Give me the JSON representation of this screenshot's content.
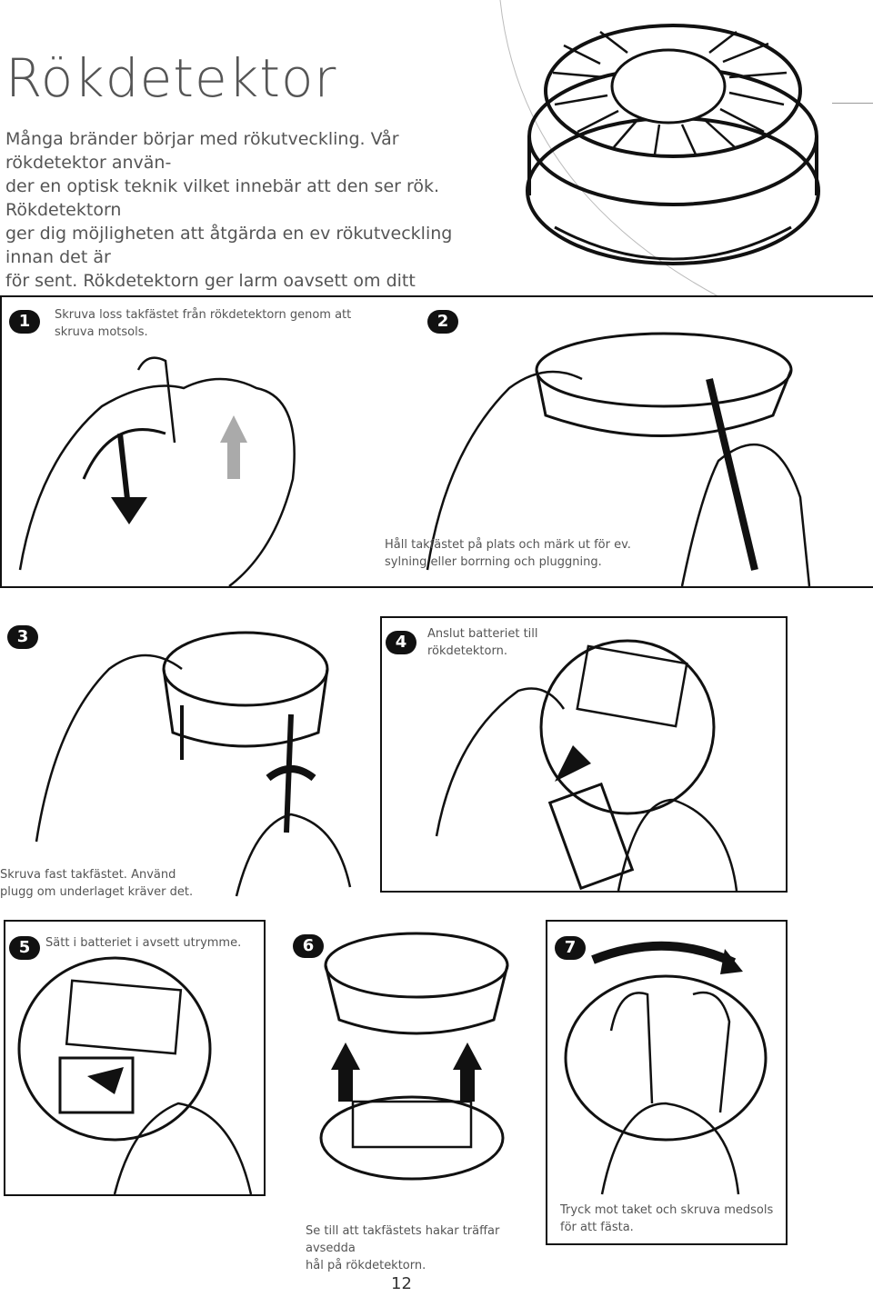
{
  "title": "Rökdetektor",
  "intro": "Många bränder börjar med rökutveckling. Vår rökdetektor använ-\nder en optisk teknik vilket innebär att den ser rök. Rökdetektorn\nger dig möjligheten att åtgärda en ev rökutveckling innan det är\nför sent. Rökdetektorn ger larm oavsett om ditt hemlarm är till-\neller frånslaget vid tillfället.",
  "steps": [
    {
      "number": "1",
      "caption": "Skruva loss takfästet från rökdetektorn genom att\nskruva motsols."
    },
    {
      "number": "2",
      "caption": "Håll takfästet på plats och märk ut för ev.\nsylning eller borrning och pluggning."
    },
    {
      "number": "3",
      "caption": "Skruva fast takfästet. Använd\nplugg om underlaget kräver det."
    },
    {
      "number": "4",
      "caption": "Anslut batteriet till\nrökdetektorn."
    },
    {
      "number": "5",
      "caption": "Sätt i batteriet i avsett utrymme."
    },
    {
      "number": "6",
      "caption": "Se till att takfästets hakar träffar avsedda\nhål på rökdetektorn."
    },
    {
      "number": "7",
      "caption": "Tryck mot taket och skruva medsols\nför att fästa."
    }
  ],
  "page_number": "12"
}
